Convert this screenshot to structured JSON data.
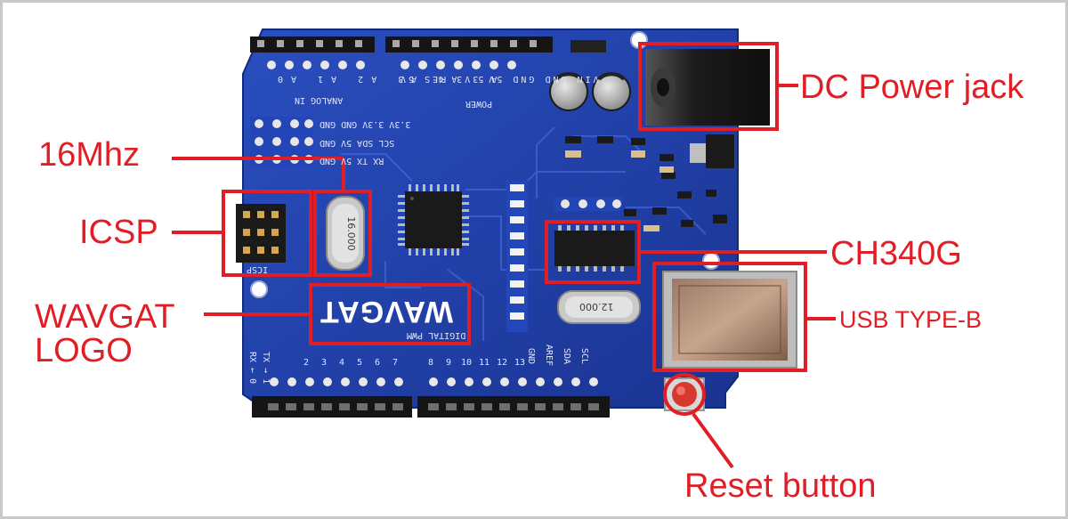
{
  "callouts": {
    "dc_power_jack": "DC Power jack",
    "mhz": "16Mhz",
    "icsp": "ICSP",
    "ch340g": "CH340G",
    "wavgat_logo_line1": "WAVGAT",
    "wavgat_logo_line2": "LOGO",
    "usb_type_b": "USB TYPE-B",
    "reset_button": "Reset button"
  },
  "board": {
    "logo": "WAVGAT",
    "analog_in": "ANALOG IN",
    "power": "POWER",
    "digital_pwm": "DIGITAL  PWM",
    "icsp_silk": "ICSP",
    "crystal_main": "16.000",
    "crystal_usb": "12.000",
    "spi_row1": "3.3V 3.3V GND GND",
    "spi_row2": "SCL SDA 5V GND",
    "spi_row3": "RX TX 5V GND",
    "analog_pins": [
      "A5",
      "A4",
      "A3",
      "A2",
      "A1",
      "A0"
    ],
    "power_pins": [
      "VIN",
      "GND",
      "GND",
      "5V",
      "3V3",
      "RES",
      "5V"
    ],
    "digital_pins_left": [
      "RX ← 0",
      "TX → 1",
      "2",
      "3",
      "4",
      "5",
      "6",
      "7"
    ],
    "digital_pins_right": [
      "8",
      "9",
      "10",
      "11",
      "12",
      "13",
      "GND",
      "AREF",
      "SDA",
      "SCL"
    ]
  },
  "colors": {
    "callout": "#e01e26",
    "pcb": "#1c3fa6",
    "silk": "#dfe6ff"
  }
}
